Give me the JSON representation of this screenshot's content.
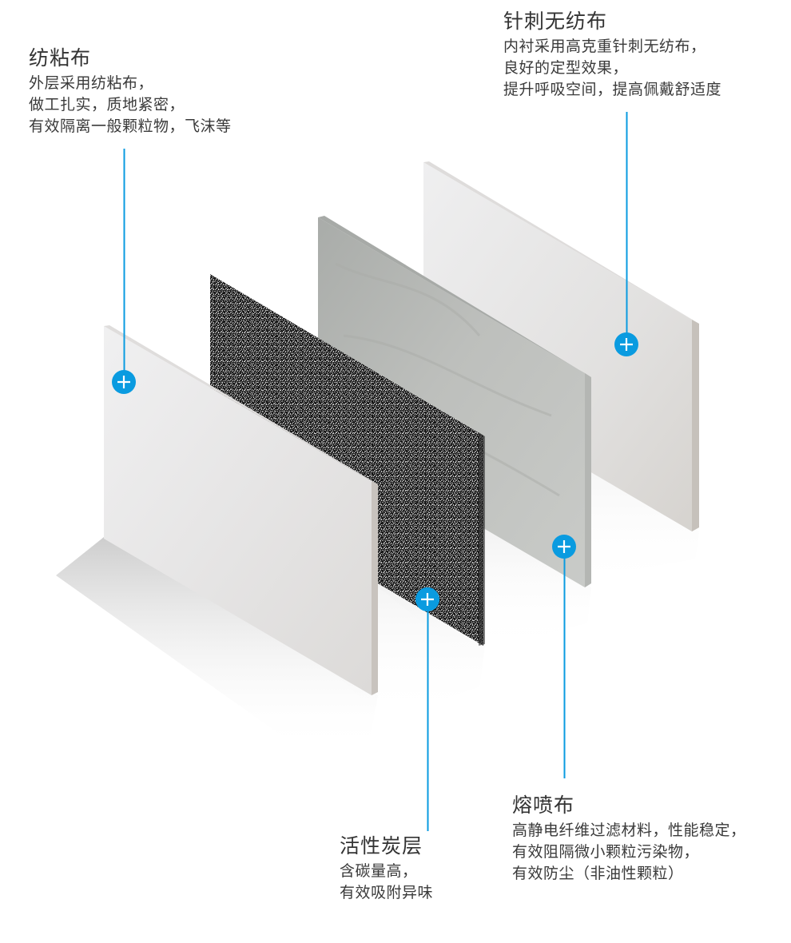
{
  "diagram": {
    "accent_color": "#0a9be0",
    "layers": [
      {
        "id": "spunbond",
        "title": "纺粘布",
        "lines": [
          "外层采用纺粘布，",
          "做工扎实，质地紧密，",
          "有效隔离一般颗粒物，飞沫等"
        ],
        "icon": "plus-icon"
      },
      {
        "id": "activated-carbon",
        "title": "活性炭层",
        "lines": [
          "含碳量高，",
          "有效吸附异味"
        ],
        "icon": "plus-icon"
      },
      {
        "id": "meltblown",
        "title": "熔喷布",
        "lines": [
          "高静电纤维过滤材料，性能稳定，",
          "有效阻隔微小颗粒污染物，",
          "有效防尘（非油性颗粒）"
        ],
        "icon": "plus-icon"
      },
      {
        "id": "needle-punched",
        "title": "针刺无纺布",
        "lines": [
          "内衬采用高克重针刺无纺布，",
          "良好的定型效果，",
          "提升呼吸空间，提高佩戴舒适度"
        ],
        "icon": "plus-icon"
      }
    ]
  }
}
